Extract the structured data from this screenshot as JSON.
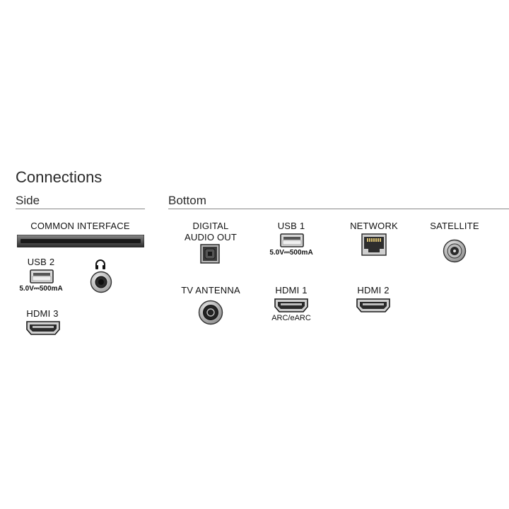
{
  "title": "Connections",
  "side": {
    "label": "Side",
    "common_interface": "COMMON INTERFACE",
    "usb2": {
      "label": "USB 2",
      "rating": "5.0V⎓500mA"
    },
    "headphone_icon": "headphone-icon",
    "hdmi3": {
      "label": "HDMI 3"
    }
  },
  "bottom": {
    "label": "Bottom",
    "digital_audio_out": {
      "line1": "DIGITAL",
      "line2": "AUDIO OUT"
    },
    "usb1": {
      "label": "USB 1",
      "rating": "5.0V⎓500mA"
    },
    "network": {
      "label": "NETWORK"
    },
    "satellite": {
      "label": "SATELLITE"
    },
    "tv_antenna": {
      "label": "TV ANTENNA"
    },
    "hdmi1": {
      "label": "HDMI 1",
      "sub": "ARC/eARC"
    },
    "hdmi2": {
      "label": "HDMI 2"
    }
  }
}
